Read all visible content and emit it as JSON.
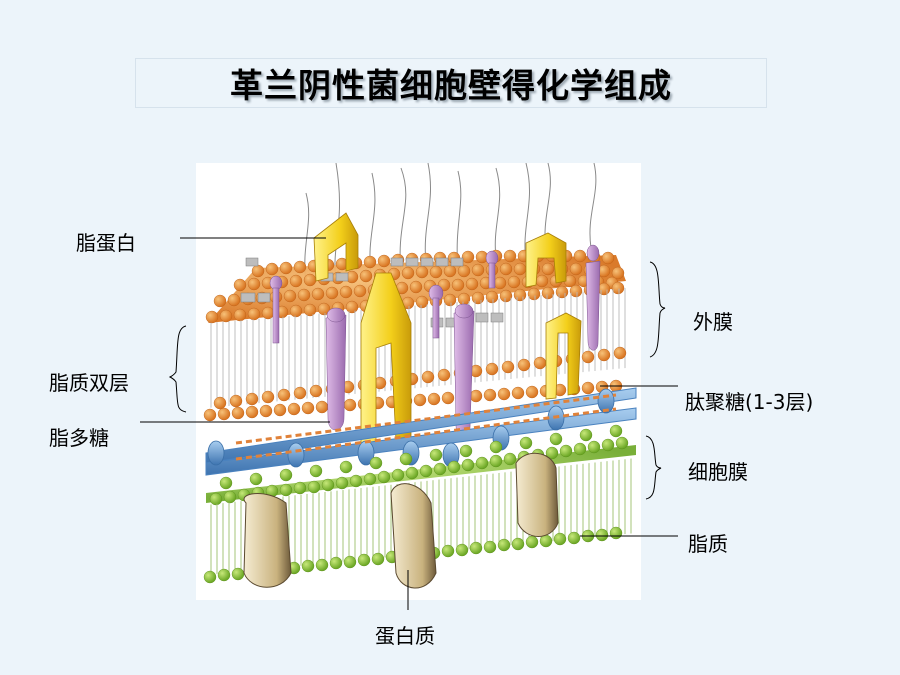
{
  "title": "革兰阴性菌细胞壁得化学组成",
  "labels": {
    "lipoprotein": "脂蛋白",
    "lipid_bilayer": "脂质双层",
    "lipopolysaccharide": "脂多糖",
    "outer_membrane": "外膜",
    "peptidoglycan": "肽聚糖(1-3层)",
    "cell_membrane": "细胞膜",
    "lipid": "脂质",
    "protein": "蛋白质"
  },
  "colors": {
    "outer_leaflet": "#e98a33",
    "lipoprotein": "#f2d21e",
    "lps": "#b98cc8",
    "peptidoglycan": "#5b92c9",
    "inner_leaflet": "#8cc63f",
    "protein": "#c9b27e"
  }
}
